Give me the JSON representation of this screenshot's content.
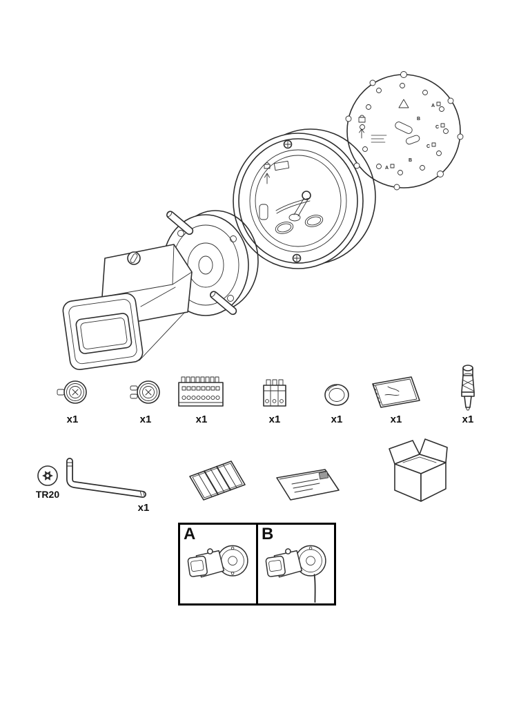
{
  "colors": {
    "ink": "#2e2e2e",
    "frame": "#000000"
  },
  "illustration": {
    "plate_markings": [
      "A",
      "B",
      "C",
      "C",
      "B",
      "A"
    ]
  },
  "accessories": [
    {
      "name": "grommet-single-pin",
      "qty": "x1"
    },
    {
      "name": "grommet-two-pin",
      "qty": "x1"
    },
    {
      "name": "terminal-block-connector",
      "qty": "x1"
    },
    {
      "name": "io-connector",
      "qty": "x1"
    },
    {
      "name": "o-ring-gasket",
      "qty": "x1"
    },
    {
      "name": "desiccant-bag",
      "qty": "x1"
    },
    {
      "name": "tool-bit",
      "qty": "x1"
    }
  ],
  "tools": {
    "torx_label": "TR20",
    "torx_qty": "x1"
  },
  "variants": [
    {
      "label": "A"
    },
    {
      "label": "B"
    }
  ]
}
